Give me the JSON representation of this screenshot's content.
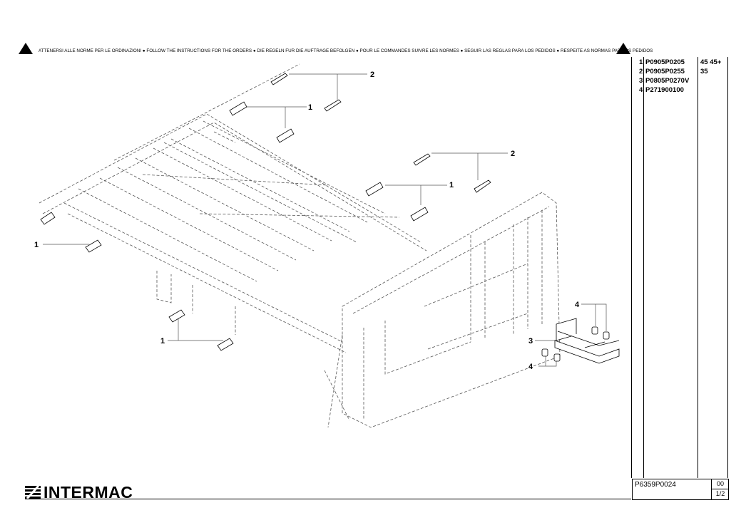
{
  "warning": {
    "text": "ATTENERSI ALLE NORME PER LE ORDINAZIONI ● FOLLOW THE INSTRUCTIONS FOR THE ORDERS ● DIE REGELN FUR DIE AUFTRAGE BEFOLGEN ● POUR LE COMMANDES SUIVRE LES NORMES ● SEGUIR LAS REGLAS PARA LOS PEDIDOS ● RESPEITE AS NORMAS PARA OS PEDIDOS",
    "icon": "warning-triangle-icon"
  },
  "callouts": {
    "c1": "1",
    "c2": "2",
    "c3": "3",
    "c4": "4"
  },
  "parts": [
    {
      "num": "1",
      "code": "P0905P0205",
      "qty": "45 45+"
    },
    {
      "num": "2",
      "code": "P0905P0255",
      "qty": "35"
    },
    {
      "num": "3",
      "code": "P0805P0270V",
      "qty": ""
    },
    {
      "num": "4",
      "code": "P271900100",
      "qty": ""
    }
  ],
  "brand": {
    "name": "INTERMAC"
  },
  "title_block": {
    "code": "P6359P0024",
    "rev": "00",
    "sheet": "1/2"
  }
}
